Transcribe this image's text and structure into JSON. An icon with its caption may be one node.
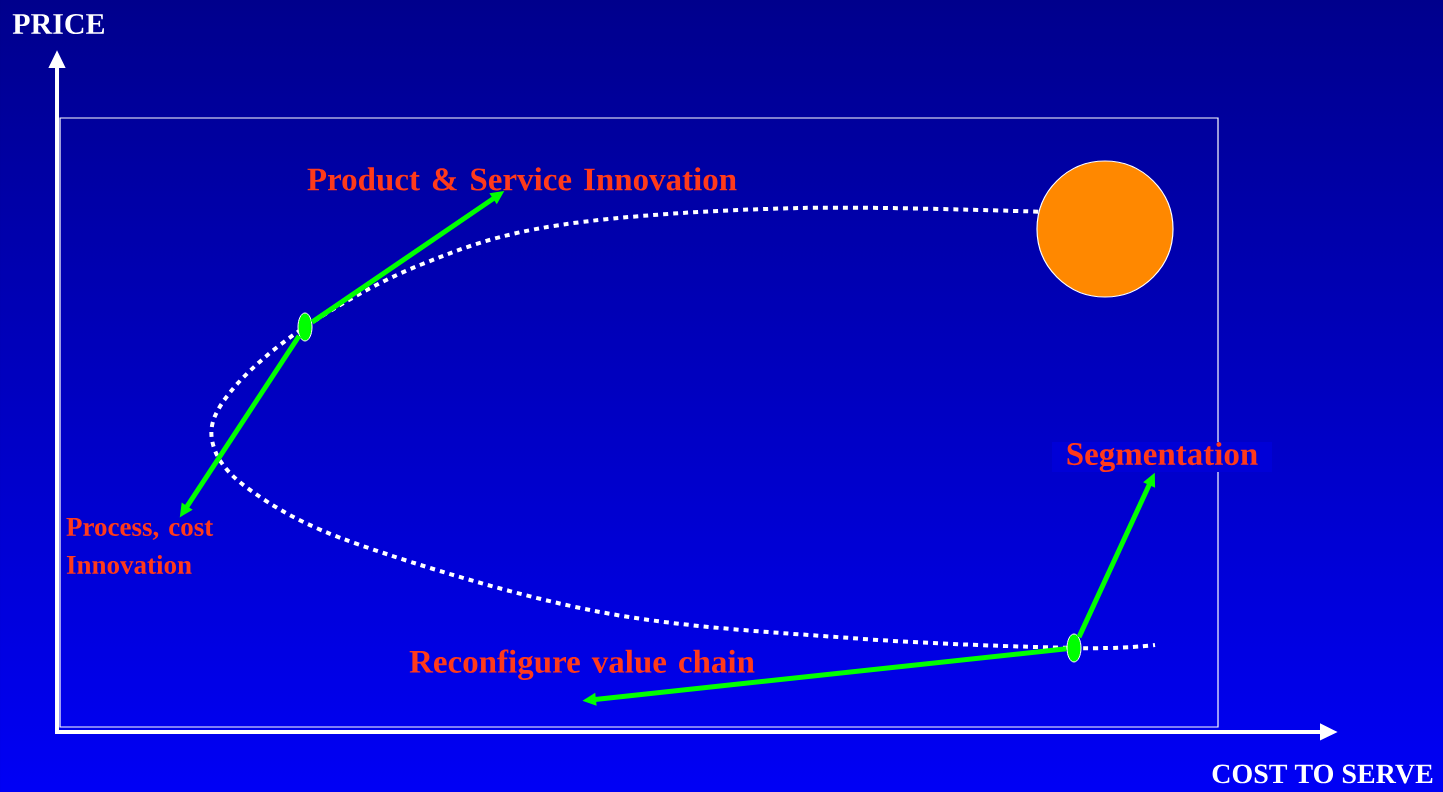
{
  "diagram": {
    "nodes": [
      {
        "text": [
          "Product & Service Innovation"
        ]
      },
      {
        "text": [
          "Segmentation"
        ]
      },
      {
        "text": [
          "Process, cost Innovation"
        ]
      },
      {
        "text": [
          "Reconfigure value chain"
        ]
      },
      {
        "text": [],
        "shape": "circle"
      },
      {
        "text": [],
        "shape": "ellipse"
      },
      {
        "text": [],
        "shape": "ellipse"
      }
    ],
    "edges": [
      {
        "from": 5,
        "to": 0,
        "arrow": "to"
      },
      {
        "from": 5,
        "to": 2,
        "arrow": "to"
      },
      {
        "from": 6,
        "to": 1,
        "arrow": "to"
      },
      {
        "from": 6,
        "to": 3,
        "arrow": "to"
      }
    ],
    "labels": [
      "PRICE",
      "COST TO SERVE"
    ]
  }
}
